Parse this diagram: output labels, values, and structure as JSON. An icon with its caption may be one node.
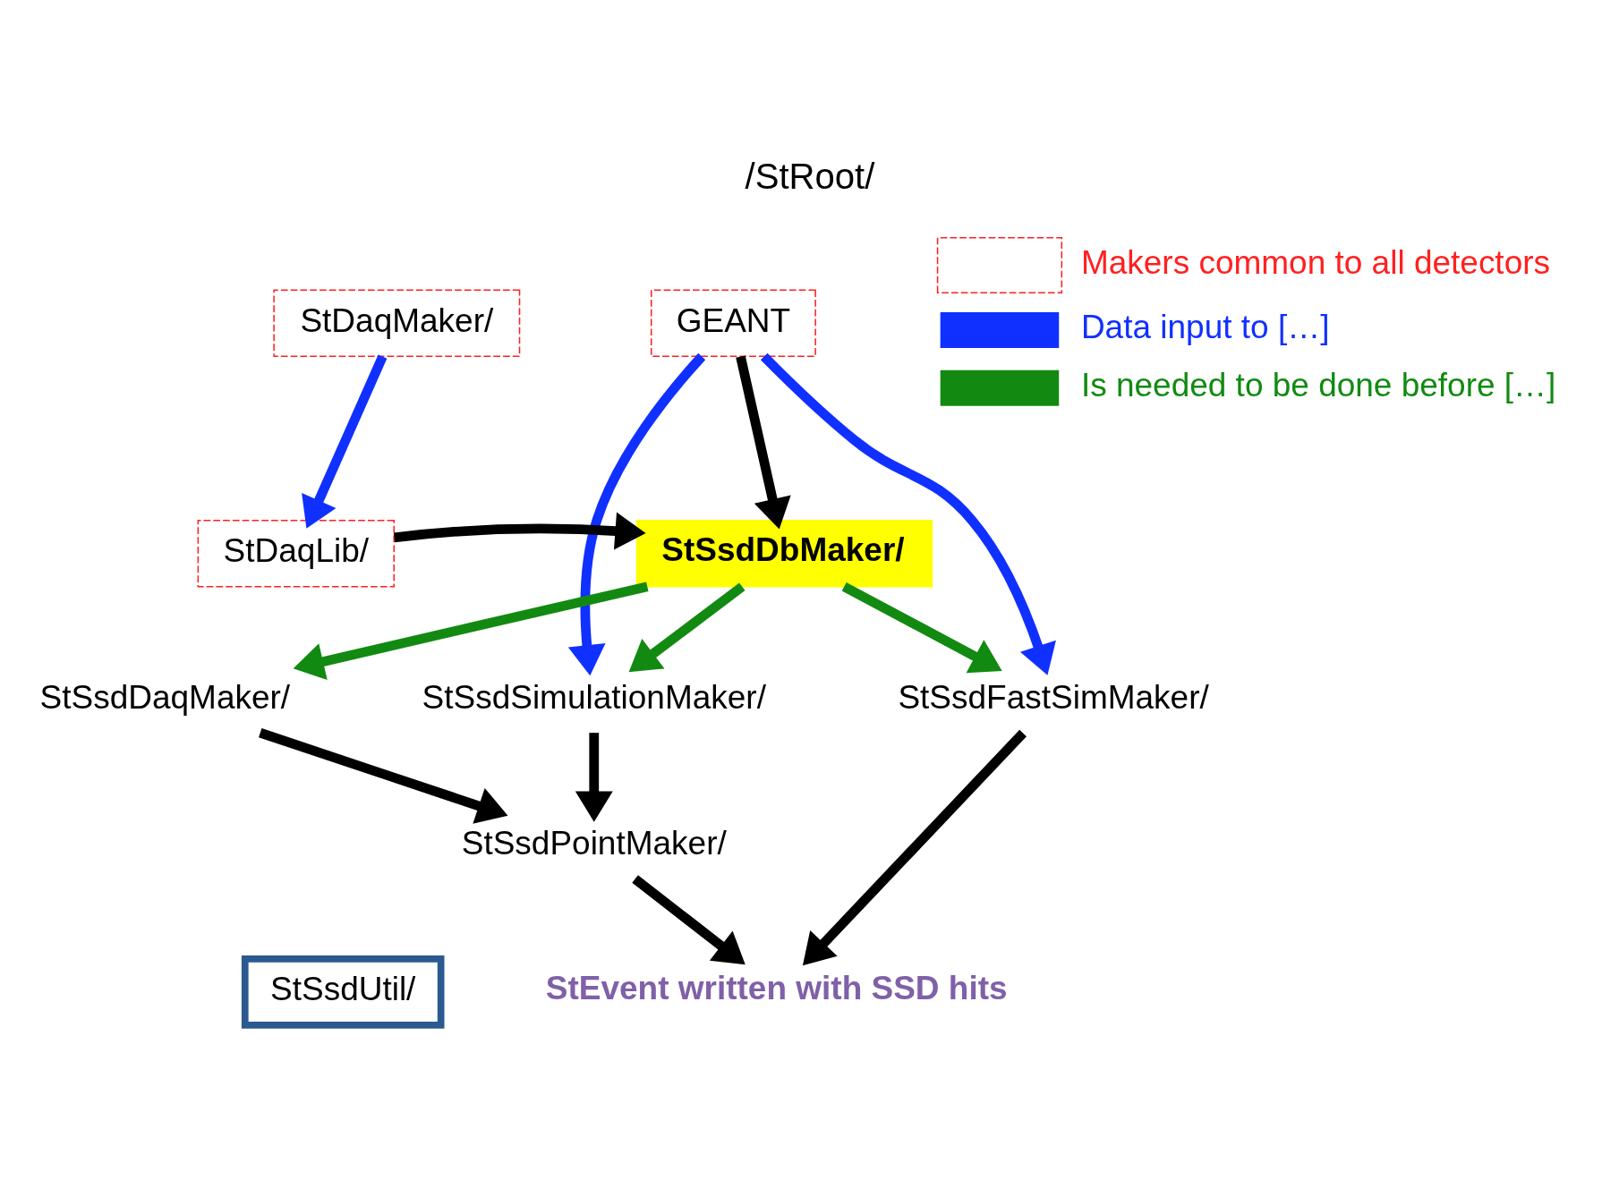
{
  "diagram": {
    "title": "/StRoot/",
    "nodes": [
      {
        "text": [
          "StDaqMaker/"
        ]
      },
      {
        "text": [
          "GEANT"
        ]
      },
      {
        "text": [
          "StDaqLib/"
        ]
      },
      {
        "text": [
          "StSsdDbMaker/"
        ]
      },
      {
        "text": [
          "StSsdFastSimMaker/"
        ]
      },
      {
        "text": [
          "StSsdSimulationMaker/"
        ]
      },
      {
        "text": [
          "StSsdDaqMaker/"
        ]
      },
      {
        "text": [
          "StSsdPointMaker/"
        ]
      },
      {
        "text": [
          "StEvent written with SSD hits"
        ]
      },
      {
        "text": [
          "StSsdUtil/"
        ]
      }
    ],
    "edges": [
      {
        "from": 0,
        "to": 2,
        "arrow": "to",
        "color": "#1030ff"
      },
      {
        "from": 1,
        "to": 3,
        "arrow": "to"
      },
      {
        "from": 1,
        "to": 5,
        "arrow": "to",
        "color": "#1030ff"
      },
      {
        "from": 1,
        "to": 4,
        "arrow": "to",
        "color": "#1030ff"
      },
      {
        "from": 2,
        "to": 3,
        "arrow": "to"
      },
      {
        "from": 3,
        "to": 6,
        "arrow": "to",
        "color": "#128a12"
      },
      {
        "from": 3,
        "to": 5,
        "arrow": "to",
        "color": "#128a12"
      },
      {
        "from": 3,
        "to": 4,
        "arrow": "to",
        "color": "#128a12"
      },
      {
        "from": 5,
        "to": 7,
        "arrow": "to"
      },
      {
        "from": 6,
        "to": 7,
        "arrow": "to"
      },
      {
        "from": 7,
        "to": 8,
        "arrow": "to"
      },
      {
        "from": 4,
        "to": 8,
        "arrow": "to"
      }
    ],
    "legend": [
      {
        "text": "Makers common to all detectors"
      },
      {
        "text": "Data input to […]"
      },
      {
        "text": "Is needed to be done before […]"
      }
    ]
  }
}
